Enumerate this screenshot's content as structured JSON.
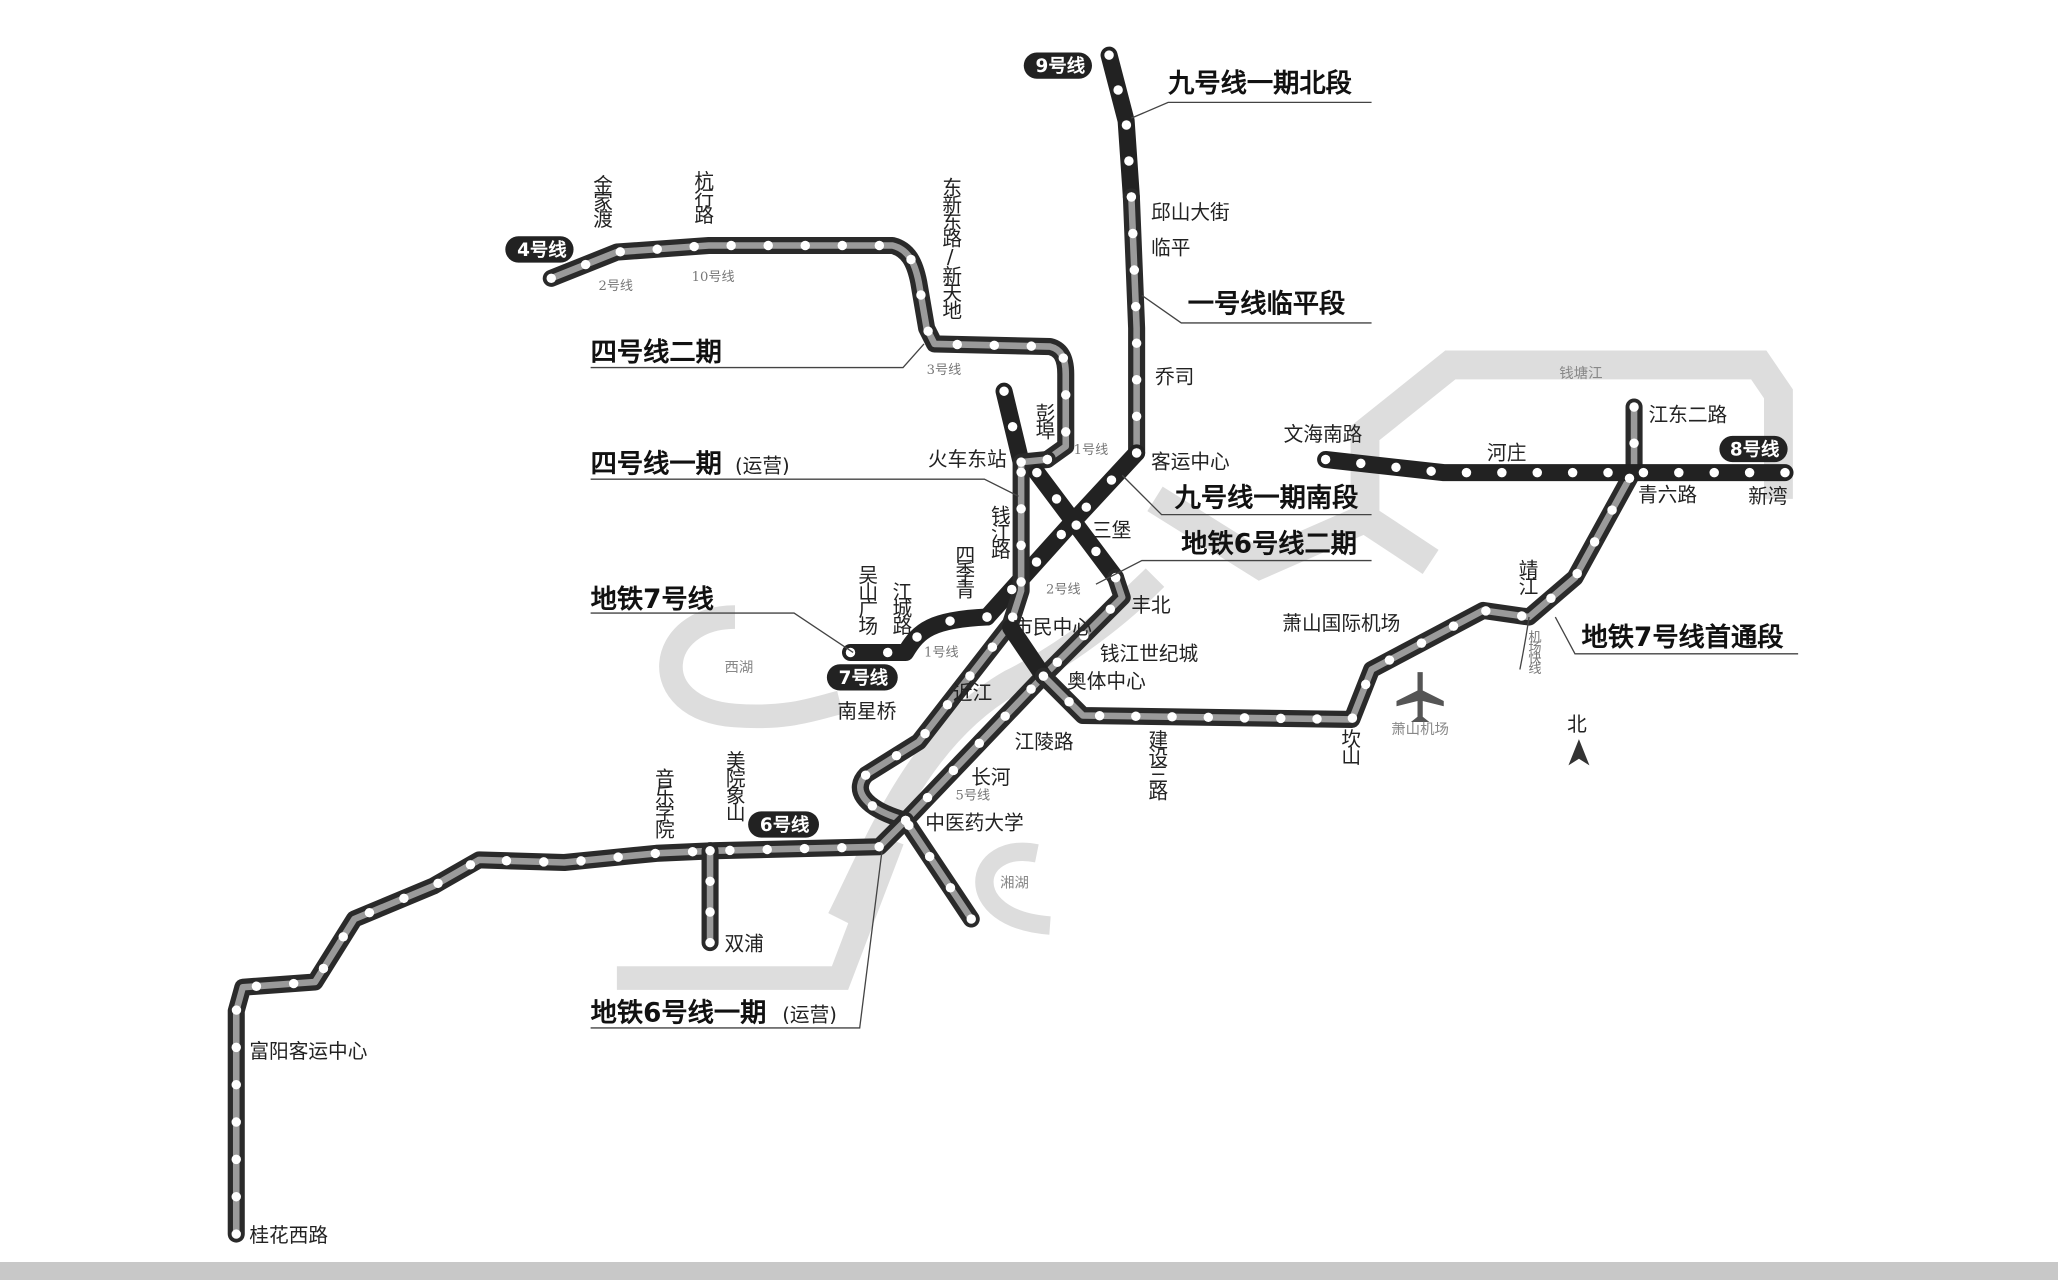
{
  "badges": {
    "line4": "4号线",
    "line9": "9号线",
    "line7": "7号线",
    "line6": "6号线",
    "line8": "8号线"
  },
  "titles": {
    "l9_north": "九号线一期北段",
    "l1_linping": "一号线临平段",
    "l4_phase2": "四号线二期",
    "l4_phase1": "四号线一期",
    "l4_phase1_note": "(运营)",
    "l9_south": "九号线一期南段",
    "l6_phase2": "地铁6号线二期",
    "l7": "地铁7号线",
    "l7_first": "地铁7号线首通段",
    "l6_phase1": "地铁6号线一期",
    "l6_phase1_note": "(运营)"
  },
  "transfers": {
    "t2a": "2号线",
    "t10": "10号线",
    "t3": "3号线",
    "t1a": "1号线",
    "t2b": "2号线",
    "t1b": "1号线",
    "t5": "5号线",
    "airport_express": "机场快线"
  },
  "geo": {
    "west_lake": "西湖",
    "xiang_lake": "湘湖",
    "qiantang": "钱塘江",
    "airport": "萧山机场",
    "north": "北"
  },
  "stations": {
    "jinjiadu": "金家渡",
    "hanghanglu": "杭行路",
    "dongxin": "东新东路/新天地",
    "qiushan": "邱山大街",
    "linping": "临平",
    "qiaosi": "乔司",
    "keyun": "客运中心",
    "pengbu": "彭埠",
    "huochedong": "火车东站",
    "qianjianglu": "钱江路",
    "sanbao": "三堡",
    "sijiqing": "四季青",
    "wushan": "吴山广场",
    "jiangchenglu": "江城路",
    "shimin": "市民中心",
    "fengbei": "丰北",
    "shijicheng": "钱江世纪城",
    "aoti": "奥体中心",
    "jinjiang": "近江",
    "nanxingqiao": "南星桥",
    "jianglinglu": "江陵路",
    "changhe": "长河",
    "zhongyiyao": "中医药大学",
    "jianshe3": "建设三路",
    "kanshan": "坎山",
    "airport": "萧山国际机场",
    "jingjiang": "靖江",
    "qingliu": "青六路",
    "jiangdong2": "江东二路",
    "xinwan": "新湾",
    "hezhuang": "河庄",
    "wenhainan": "文海南路",
    "yinyue": "音乐学院",
    "xiangshan": "美院象山",
    "shuangpu": "双浦",
    "fuyang": "富阳客运中心",
    "guihuaxi": "桂花西路"
  },
  "colors": {
    "dark": "#222222",
    "gray_core": "#9a9a9a",
    "river": "#dddddd"
  }
}
